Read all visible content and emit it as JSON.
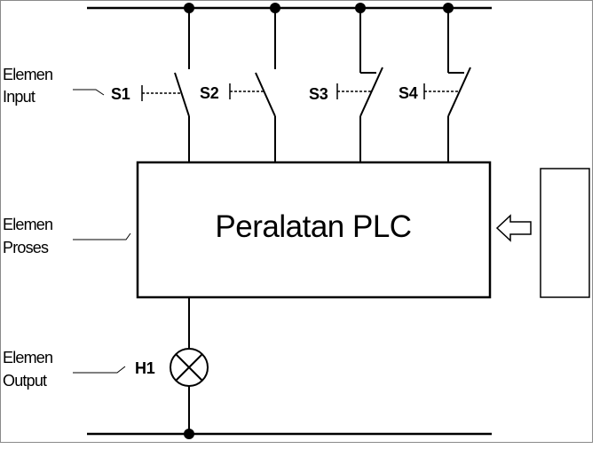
{
  "labels": {
    "input_line1": "Elemen",
    "input_line2": "Input",
    "process_line1": "Elemen",
    "process_line2": "Proses",
    "output_line1": "Elemen",
    "output_line2": "Output"
  },
  "switches": [
    {
      "id": "S1",
      "type": "normally-open"
    },
    {
      "id": "S2",
      "type": "normally-open"
    },
    {
      "id": "S3",
      "type": "normally-closed"
    },
    {
      "id": "S4",
      "type": "normally-closed"
    }
  ],
  "plc_box": {
    "label": "Peralatan PLC"
  },
  "output": {
    "lamp_label": "H1"
  },
  "icons": {
    "lamp": "lamp-cross-circle-icon",
    "arrow": "hollow-arrow-left-icon"
  }
}
